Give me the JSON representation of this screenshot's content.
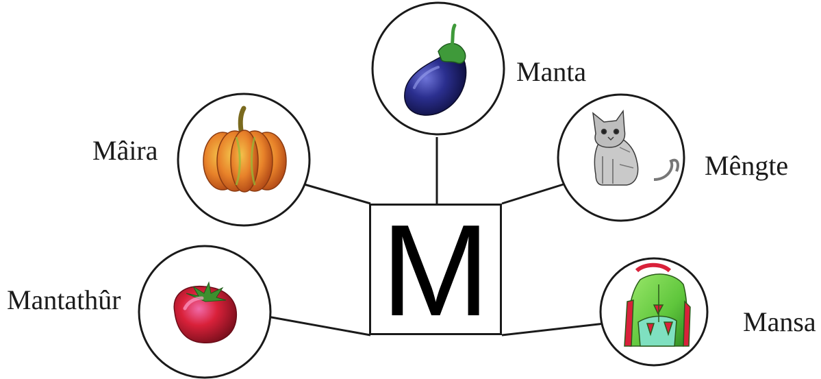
{
  "center_letter": "M",
  "items": [
    {
      "word": "Manta",
      "picture": "eggplant"
    },
    {
      "word": "Mâira",
      "picture": "pumpkin"
    },
    {
      "word": "Mêngte",
      "picture": "kitten"
    },
    {
      "word": "Mantathûr",
      "picture": "tomato"
    },
    {
      "word": "Mansa",
      "picture": "school-backpack"
    }
  ],
  "colors": {
    "line": "#1a1a1a",
    "eggplant": "#2b2f8f",
    "pumpkin": "#e8822a",
    "tomato": "#d9213a",
    "backpack": "#6fd14a"
  }
}
